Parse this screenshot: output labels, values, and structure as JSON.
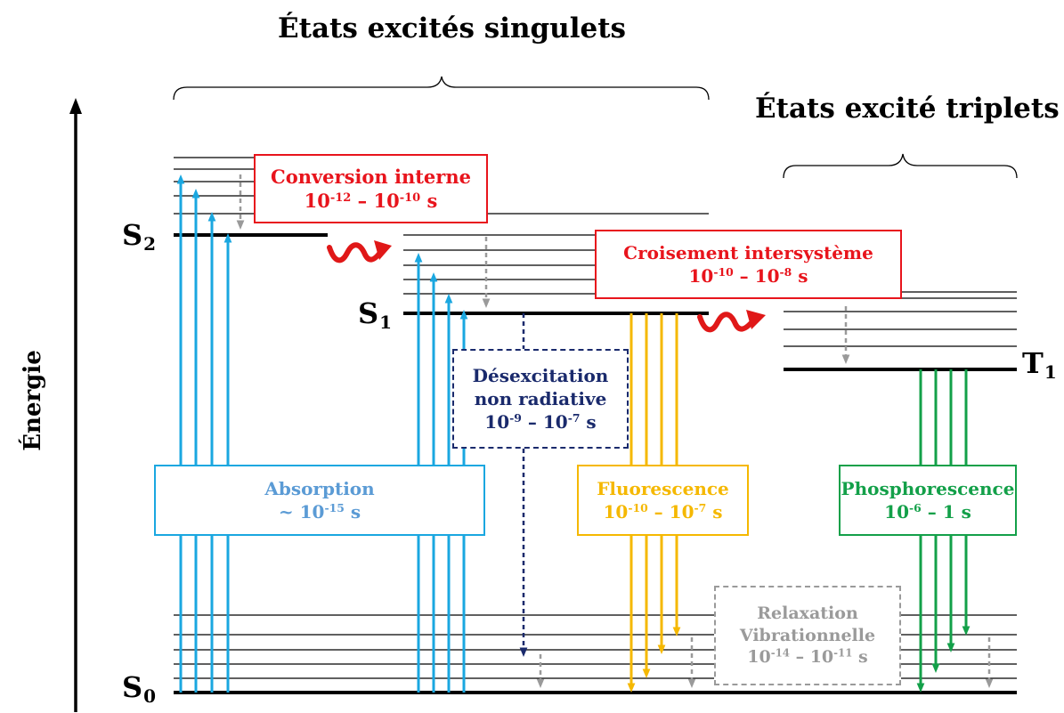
{
  "titles": {
    "singlet": "États excités singulets",
    "triplet": "États excité triplets"
  },
  "axis": {
    "label": "Énergie"
  },
  "states": {
    "s2": {
      "letter": "S",
      "sub": "2"
    },
    "s1": {
      "letter": "S",
      "sub": "1"
    },
    "s0": {
      "letter": "S",
      "sub": "0"
    },
    "t1": {
      "letter": "T",
      "sub": "1"
    }
  },
  "boxes": {
    "conversion_interne": {
      "label": "Conversion interne",
      "time_a_base": "10",
      "time_a_exp": "-12",
      "dash": " – ",
      "time_b_base": "10",
      "time_b_exp": "-10",
      "unit": " s"
    },
    "croisement": {
      "label": "Croisement intersystème",
      "time_a_base": "10",
      "time_a_exp": "-10",
      "dash": " – ",
      "time_b_base": "10",
      "time_b_exp": "-8",
      "unit": " s"
    },
    "non_radiative": {
      "line1": "Désexcitation",
      "line2": "non radiative",
      "time_a_base": "10",
      "time_a_exp": "-9",
      "dash": " – ",
      "time_b_base": "10",
      "time_b_exp": "-7",
      "unit": " s"
    },
    "absorption": {
      "label": "Absorption",
      "prefix": "~ ",
      "time_base": "10",
      "time_exp": "-15",
      "unit": " s"
    },
    "fluorescence": {
      "label": "Fluorescence",
      "time_a_base": "10",
      "time_a_exp": "-10",
      "dash": " – ",
      "time_b_base": "10",
      "time_b_exp": "-7",
      "unit": " s"
    },
    "phosphorescence": {
      "label": "Phosphorescence",
      "time_a_base": "10",
      "time_a_exp": "-6",
      "tail": " – 1 s"
    },
    "relaxation": {
      "line1": "Relaxation",
      "line2": "Vibrationnelle",
      "time_a_base": "10",
      "time_a_exp": "-14",
      "dash": " – ",
      "time_b_base": "10",
      "time_b_exp": "-11",
      "unit": " s"
    }
  },
  "colors": {
    "absorption": "#1aa7e0",
    "fluorescence": "#f5b800",
    "phosphorescence": "#13a049",
    "conversion": "#e8141c",
    "non_radiative": "#1a2a6c",
    "relaxation": "#9a9a9a"
  }
}
